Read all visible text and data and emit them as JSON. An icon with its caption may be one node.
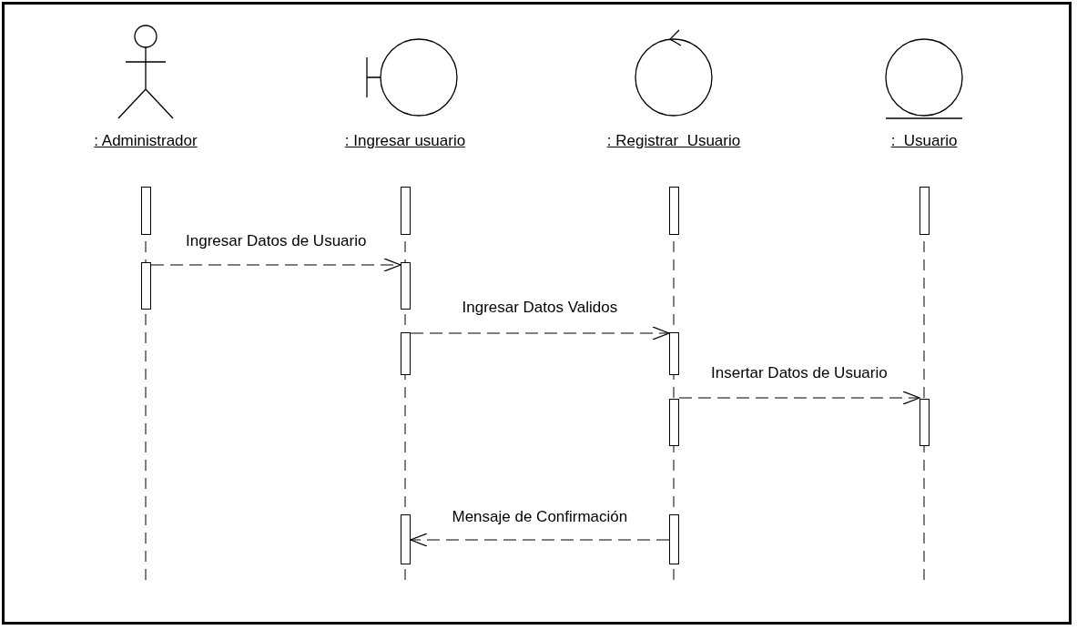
{
  "diagram": {
    "nodes": [
      {
        "text": [
          ": Administrador"
        ]
      },
      {
        "text": [
          ": Ingresar usuario"
        ]
      },
      {
        "text": [
          ": Registrar  Usuario"
        ]
      },
      {
        "text": [
          ":  Usuario"
        ]
      },
      {
        "text": [],
        "shape": "bar"
      },
      {
        "text": [],
        "shape": "bar"
      },
      {
        "text": [],
        "shape": "bar"
      },
      {
        "text": [],
        "shape": "bar"
      },
      {
        "text": [],
        "shape": "bar"
      },
      {
        "text": [],
        "shape": "bar"
      },
      {
        "text": [],
        "shape": "bar"
      },
      {
        "text": [],
        "shape": "bar"
      },
      {
        "text": [],
        "shape": "bar"
      },
      {
        "text": [],
        "shape": "bar"
      },
      {
        "text": [],
        "shape": "bar"
      },
      {
        "text": [],
        "shape": "bar"
      }
    ],
    "edges": [
      {
        "from": 5,
        "to": 7,
        "arrow": "to",
        "label": "Ingresar Datos de Usuario",
        "style": "dashed"
      },
      {
        "from": 8,
        "to": 11,
        "arrow": "to",
        "label": "Ingresar Datos Validos",
        "style": "dashed"
      },
      {
        "from": 12,
        "to": 15,
        "arrow": "to",
        "label": "Insertar Datos de Usuario",
        "style": "dashed"
      },
      {
        "from": 13,
        "to": 9,
        "arrow": "to",
        "label": "Mensaje de Confirmación",
        "style": "dashed"
      }
    ]
  }
}
